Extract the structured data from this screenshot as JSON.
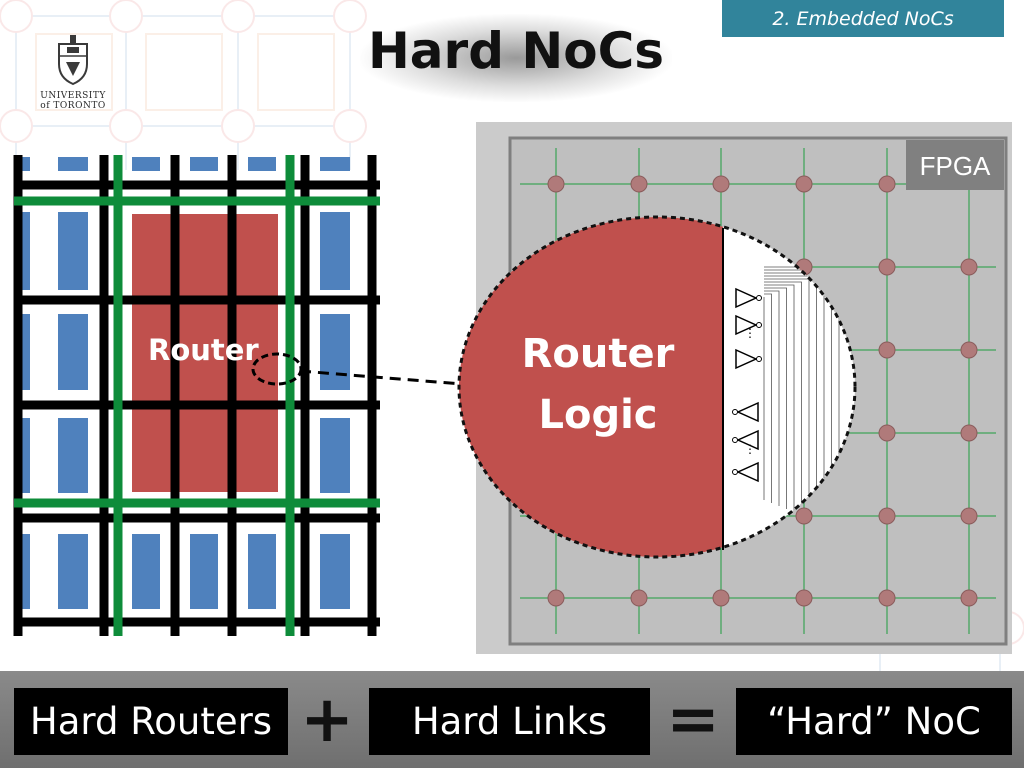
{
  "section_tag": "2. Embedded NoCs",
  "title": "Hard NoCs",
  "logo": {
    "line1": "UNIVERSITY",
    "line2": "of TORONTO"
  },
  "left_diagram": {
    "router_label": "Router"
  },
  "zoom": {
    "line1": "Router",
    "line2": "Logic"
  },
  "fpga_label": "FPGA",
  "equation": {
    "term1": "Hard Routers",
    "plus": "+",
    "term2": "Hard Links",
    "equals": "=",
    "result": "“Hard” NoC"
  },
  "colors": {
    "router_red": "#C0504D",
    "logic_block_blue": "#4F81BD",
    "link_green": "#0E8C3A",
    "tag_teal": "#31849B"
  }
}
